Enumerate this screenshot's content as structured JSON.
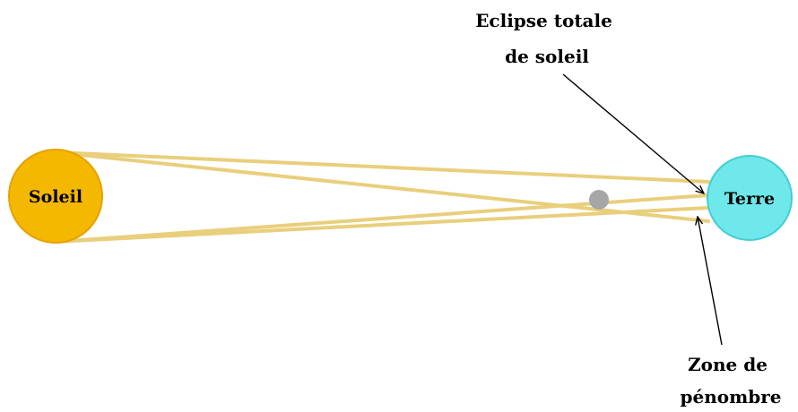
{
  "labels": {
    "sun": "Soleil",
    "earth": "Terre",
    "total_eclipse": [
      "Eclipse totale",
      "de soleil"
    ],
    "penumbra": [
      "Zone de",
      "pénombre"
    ]
  },
  "colors": {
    "sun_fill": "#F5B800",
    "sun_stroke": "#E6A100",
    "earth_fill": "#6EE8EA",
    "earth_stroke": "#45CDD2",
    "moon_fill": "#A6A6A6",
    "ray": "#E9CF7C",
    "arrow": "#000000"
  }
}
